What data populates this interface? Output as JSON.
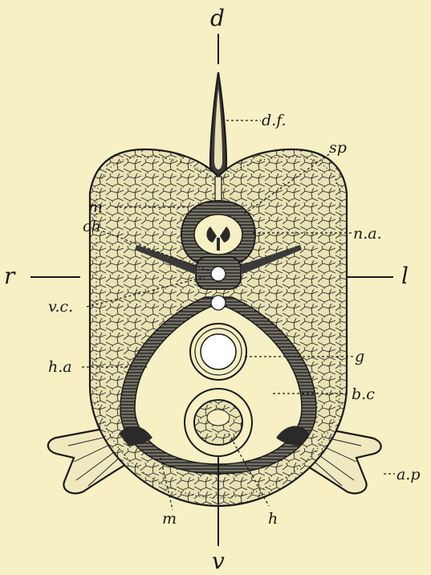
{
  "axes": {
    "dorsal": "d",
    "ventral": "v",
    "right": "r",
    "left": "l"
  },
  "labels": {
    "dorsal_fin": "d.f.",
    "spinal_cord": "sp",
    "muscle_upper": "m",
    "notochord": "ch",
    "neural_arch": "n.a.",
    "vertebral_centrum": "v.c.",
    "haemal_arch": "h.a",
    "gut": "g",
    "body_cavity": "b.c",
    "appendage": "a.p",
    "muscle_lower": "m",
    "heart": "h"
  },
  "colors": {
    "paper": "#f6f0c4",
    "ink": "#1a1a1a",
    "muscle_fill": "#e9e2b4"
  }
}
